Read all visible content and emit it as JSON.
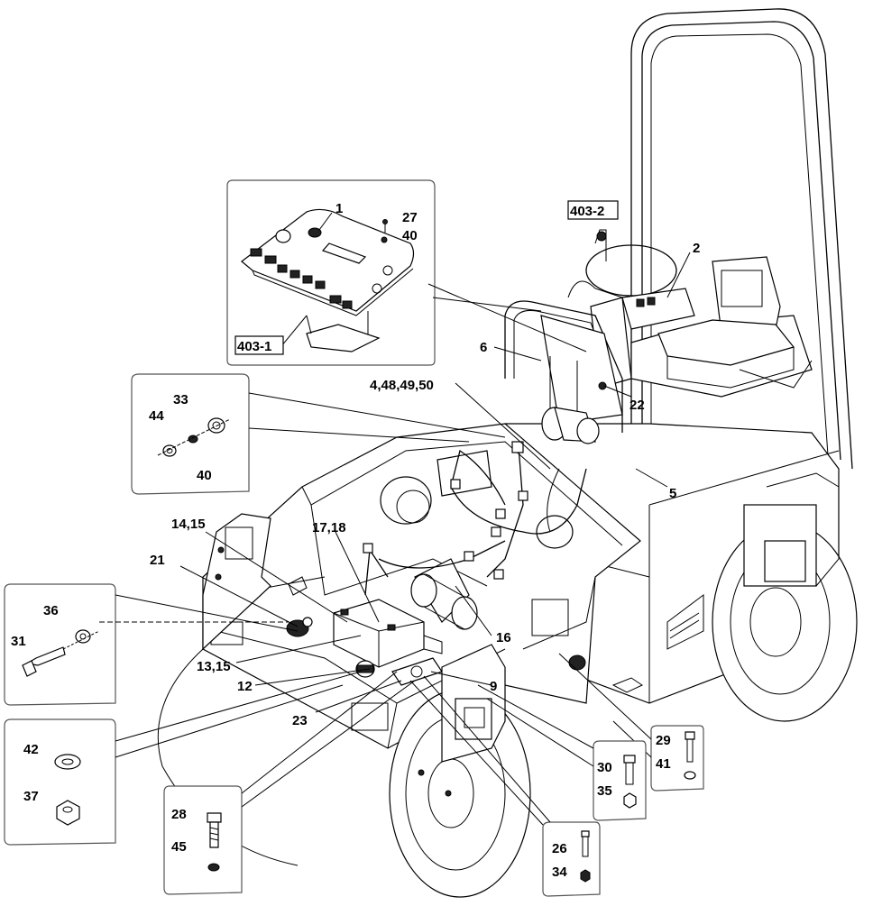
{
  "labels": {
    "l1": "1",
    "l2": "2",
    "l27": "27",
    "l40a": "40",
    "l403_1": "403-1",
    "l403_2": "403-2",
    "l6": "6",
    "l4_48": "4,48,49,50",
    "l22": "22",
    "l5": "5",
    "l33": "33",
    "l44": "44",
    "l40b": "40",
    "l14_15": "14,15",
    "l17_18": "17,18",
    "l21": "21",
    "l36": "36",
    "l31": "31",
    "l16": "16",
    "l13_15": "13,15",
    "l12": "12",
    "l9": "9",
    "l23": "23",
    "l42": "42",
    "l37": "37",
    "l29": "29",
    "l41": "41",
    "l30": "30",
    "l35": "35",
    "l28": "28",
    "l45": "45",
    "l26": "26",
    "l34": "34"
  }
}
